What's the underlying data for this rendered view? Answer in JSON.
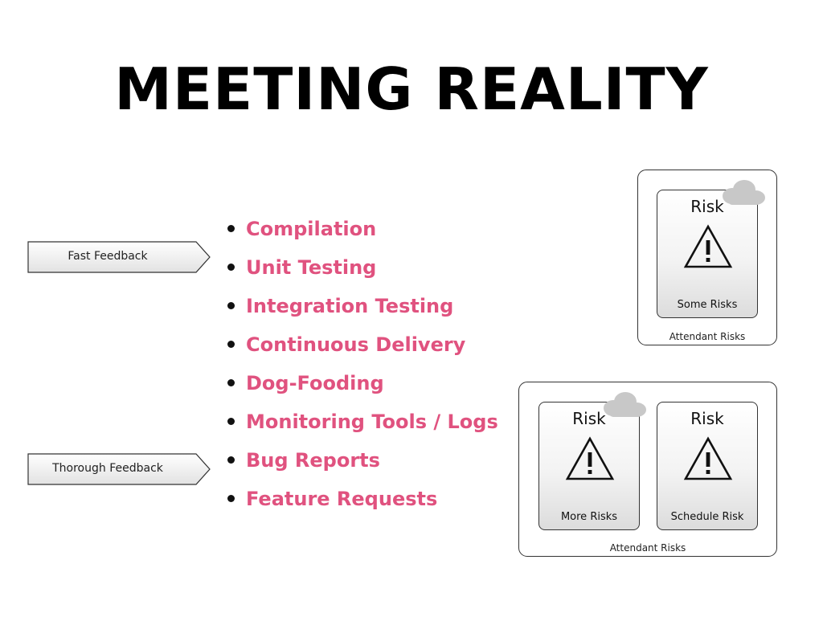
{
  "title": "MEETING REALITY",
  "colors": {
    "accent": "#e0527f",
    "dark": "#111111",
    "cloud": "#c8c8c8"
  },
  "arrows": {
    "fast": "Fast Feedback",
    "thorough": "Thorough Feedback"
  },
  "bullets": [
    "Compilation",
    "Unit Testing",
    "Integration Testing",
    "Continuous Delivery",
    "Dog-Fooding",
    "Monitoring Tools / Logs",
    "Bug Reports",
    "Feature Requests"
  ],
  "groups": [
    {
      "label": "Attendant Risks",
      "cards": [
        {
          "title": "Risk",
          "label": "Some Risks",
          "icon": "warning-icon",
          "cloud": true
        }
      ]
    },
    {
      "label": "Attendant Risks",
      "cards": [
        {
          "title": "Risk",
          "label": "More Risks",
          "icon": "warning-icon",
          "cloud": true
        },
        {
          "title": "Risk",
          "label": "Schedule Risk",
          "icon": "warning-icon",
          "cloud": false
        }
      ]
    }
  ]
}
